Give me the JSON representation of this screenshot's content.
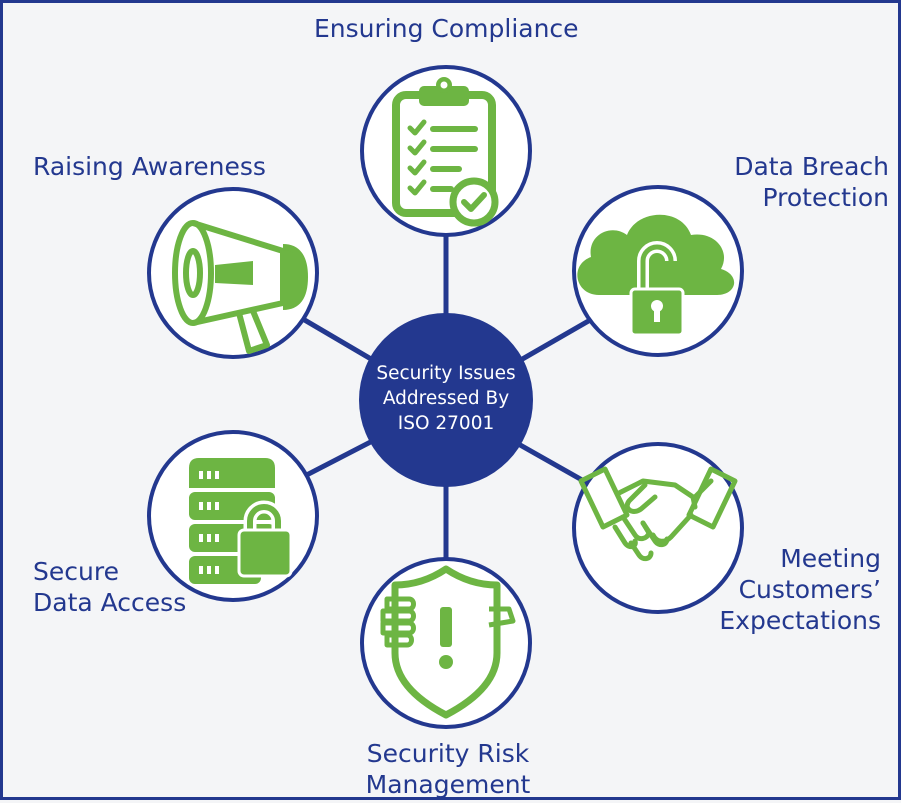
{
  "diagram": {
    "center": {
      "lines": [
        "Security Issues",
        "Addressed By",
        "ISO 27001"
      ]
    },
    "nodes": [
      {
        "id": "compliance",
        "icon": "clipboard-checklist-icon",
        "label_lines": [
          "Ensuring Compliance"
        ]
      },
      {
        "id": "breach",
        "icon": "cloud-padlock-icon",
        "label_lines": [
          "Data Breach",
          "Protection"
        ]
      },
      {
        "id": "customers",
        "icon": "handshake-icon",
        "label_lines": [
          "Meeting",
          "Customers’",
          "Expectations"
        ]
      },
      {
        "id": "risk",
        "icon": "shield-exclamation-icon",
        "label_lines": [
          "Security Risk",
          "Management"
        ]
      },
      {
        "id": "access",
        "icon": "server-lock-icon",
        "label_lines": [
          "Secure",
          "Data Access"
        ]
      },
      {
        "id": "awareness",
        "icon": "megaphone-icon",
        "label_lines": [
          "Raising Awareness"
        ]
      }
    ],
    "colors": {
      "ring": "#23388f",
      "center_fill": "#23388f",
      "icon_green": "#6db543",
      "label": "#23388f",
      "background": "#f4f5f7"
    }
  }
}
